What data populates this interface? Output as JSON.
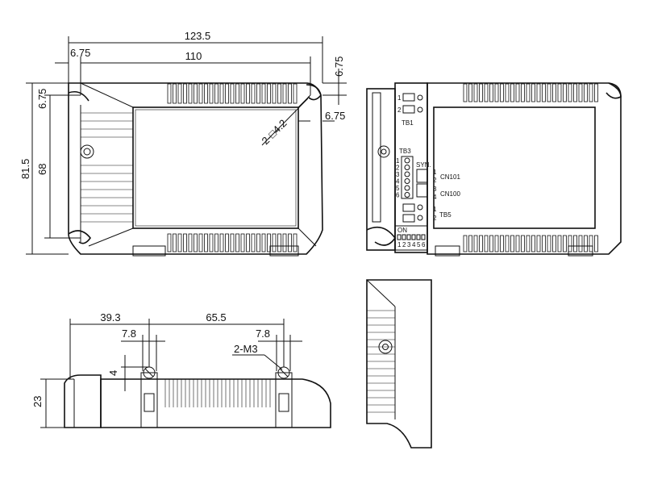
{
  "top_view": {
    "dimensions": {
      "overall_length": "123.5",
      "mount_spacing": "110",
      "left_offset": "6.75",
      "right_offset_top": "6.75",
      "left_offset_vertical": "6.75",
      "right_offset_side": "6.75",
      "overall_width": "81.5",
      "mount_width": "68",
      "hole_spec": "2-□4.2"
    }
  },
  "terminal_view": {
    "tb1": {
      "label": "TB1",
      "pins": [
        "1",
        "2"
      ]
    },
    "tb3": {
      "label": "TB3",
      "pins": [
        "1",
        "2",
        "3",
        "4",
        "5",
        "6"
      ]
    },
    "syn": "SYN.",
    "cn101": {
      "label": "CN101",
      "pins": [
        "1",
        "2"
      ]
    },
    "cn100": {
      "label": "CN100",
      "pins": [
        "3",
        "4"
      ]
    },
    "tb5": {
      "label": "TB5",
      "pins": [
        "1",
        "2"
      ]
    },
    "dip": {
      "label": "ON",
      "pins": [
        "1",
        "2",
        "3",
        "4",
        "5",
        "6"
      ]
    }
  },
  "front_view": {
    "dimensions": {
      "left_to_mount": "39.3",
      "mount_to_mount": "65.5",
      "ear_left": "7.8",
      "ear_right": "7.8",
      "ear_height": "4",
      "screw_spec": "2-M3",
      "height": "23"
    }
  }
}
